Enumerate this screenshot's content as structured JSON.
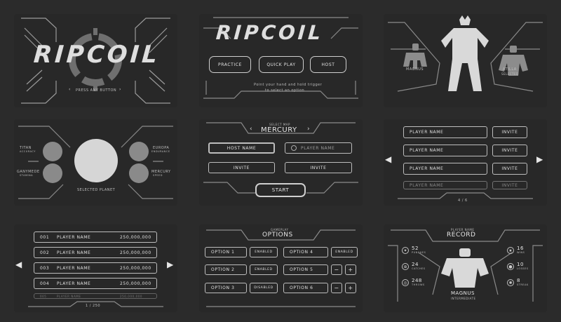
{
  "title_screen": {
    "logo": "RIPCOIL",
    "prompt": "PRESS ANY BUTTON"
  },
  "main_menu": {
    "logo": "RIPCOIL",
    "buttons": [
      "PRACTICE",
      "QUICK PLAY",
      "HOST"
    ],
    "hint_line1": "Point your hand and hold trigger",
    "hint_line2": "to select an option"
  },
  "character_select": {
    "left": {
      "name": "MAGNUS"
    },
    "right": {
      "name": "ATILLA",
      "status": "SELECTED"
    }
  },
  "planet_select": {
    "planets_left": [
      {
        "name": "TITAN",
        "sub": "ACCURACY"
      },
      {
        "name": "GANYMEDE",
        "sub": "STAMINA"
      }
    ],
    "planets_right": [
      {
        "name": "EUROPA",
        "sub": "ENDURANCE"
      },
      {
        "name": "MERCURY",
        "sub": "SPEED"
      }
    ],
    "selected_label": "SELECTED PLANET"
  },
  "lobby": {
    "header_small": "SELECT MAP",
    "map_name": "MERCURY",
    "host_name": "HOST NAME",
    "player_name": "PLAYER NAME",
    "invite_left": "INVITE",
    "invite_right": "INVITE",
    "start": "START"
  },
  "invite_list": {
    "rows": [
      {
        "name": "PLAYER NAME",
        "action": "INVITE"
      },
      {
        "name": "PLAYER NAME",
        "action": "INVITE"
      },
      {
        "name": "PLAYER NAME",
        "action": "INVITE"
      },
      {
        "name": "PLAYER NAME",
        "action": "INVITE"
      }
    ],
    "page": "4 / 6"
  },
  "leaderboard": {
    "rows": [
      {
        "rank": "001",
        "name": "PLAYER NAME",
        "score": "250,000,000"
      },
      {
        "rank": "002",
        "name": "PLAYER NAME",
        "score": "250,000,000"
      },
      {
        "rank": "003",
        "name": "PLAYER NAME",
        "score": "250,000,000"
      },
      {
        "rank": "004",
        "name": "PLAYER NAME",
        "score": "250,000,000"
      },
      {
        "rank": "005",
        "name": "PLAYER NAME",
        "score": "250,000,000"
      }
    ],
    "page": "1 / 250"
  },
  "options": {
    "header_small": "GAMEPLAY",
    "title": "OPTIONS",
    "left": [
      {
        "label": "OPTION 1",
        "value": "ENABLED"
      },
      {
        "label": "OPTION 2",
        "value": "ENABLED"
      },
      {
        "label": "OPTION 3",
        "value": "DISABLED"
      }
    ],
    "right": [
      {
        "label": "OPTION 4",
        "value": "ENABLED"
      },
      {
        "label": "OPTION 5",
        "value": ""
      },
      {
        "label": "OPTION 6",
        "value": ""
      }
    ],
    "plus": "+",
    "minus": "−"
  },
  "record": {
    "header_small": "PLAYER NAME",
    "title": "RECORD",
    "stats_left": [
      {
        "value": "52",
        "label": "PUNCHES"
      },
      {
        "value": "24",
        "label": "CATCHES"
      },
      {
        "value": "248",
        "label": "THROWS"
      }
    ],
    "stats_right": [
      {
        "value": "16",
        "label": "WINS"
      },
      {
        "value": "10",
        "label": "LOSSES"
      },
      {
        "value": "8",
        "label": "STREAK"
      }
    ],
    "character": "MAGNUS",
    "rank": "INTERMEDIATE"
  },
  "colors": {
    "background": "#2b2b2b",
    "panel": "#282828",
    "line": "#bfbfbf",
    "figure": "#d9d9d9",
    "figure_dim": "#8c8c8c"
  }
}
